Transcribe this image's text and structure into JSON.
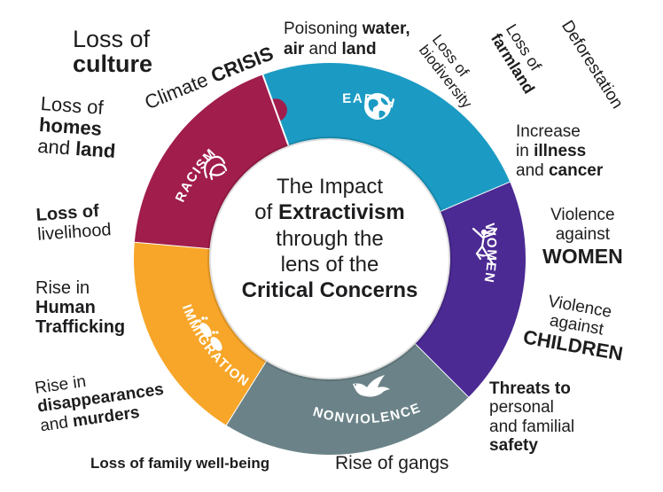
{
  "center": {
    "line1": "The Impact",
    "line2_pre": "of ",
    "line2_bold": "Extractivism",
    "line3": "through the",
    "line4": "lens of the",
    "line5_bold": "Critical Concerns"
  },
  "segments": [
    {
      "label": "EARTH",
      "color": "#1b9bc4",
      "icon": "globe-icon"
    },
    {
      "label": "WOMEN",
      "color": "#4b2a93",
      "icon": "dancing-woman-icon"
    },
    {
      "label": "NONVIOLENCE",
      "color": "#6b8388",
      "icon": "dove-icon"
    },
    {
      "label": "IMMIGRATION",
      "color": "#f7a629",
      "icon": "footprints-icon"
    },
    {
      "label": "RACISM",
      "color": "#a11d4c",
      "icon": "hands-icon"
    }
  ],
  "labels": {
    "loss_culture": {
      "l1": "Loss of",
      "l2": "culture"
    },
    "climate": {
      "pre": "Climate ",
      "bold": "CRISIS"
    },
    "poisoning": {
      "l1_pre": "Poisoning ",
      "l1_bold": "water,",
      "l2_bold": "air",
      "l2_mid": " and ",
      "l2_bold2": "land"
    },
    "biodiversity": {
      "l1": "Loss of",
      "l2": "biodiversity"
    },
    "farmland": {
      "l1": "Loss of",
      "l2": "farmland"
    },
    "deforestation": "Deforestation",
    "homes": {
      "l1": "Loss of",
      "l2": "homes",
      "l3_pre": "and ",
      "l3_bold": "land"
    },
    "illness": {
      "l1": "Increase",
      "l2_pre": "in ",
      "l2_bold": "illness",
      "l3_pre": "and ",
      "l3_bold": "cancer"
    },
    "livelihood": {
      "l1": "Loss of",
      "l2": "livelihood"
    },
    "violence_women": {
      "l1": "Violence",
      "l2": "against",
      "l3": "WOMEN"
    },
    "trafficking": {
      "l1": "Rise in",
      "l2": "Human",
      "l3": "Trafficking"
    },
    "violence_children": {
      "l1": "Violence",
      "l2": "against",
      "l3": "CHILDREN"
    },
    "disappearances": {
      "l1": "Rise in",
      "l2": "disappearances",
      "l3_pre": "and ",
      "l3_bold": "murders"
    },
    "threats": {
      "l1": "Threats to",
      "l2": "personal",
      "l3": "and familial",
      "l4": "safety"
    },
    "family": "Loss of family well-being",
    "gangs": "Rise of gangs"
  }
}
